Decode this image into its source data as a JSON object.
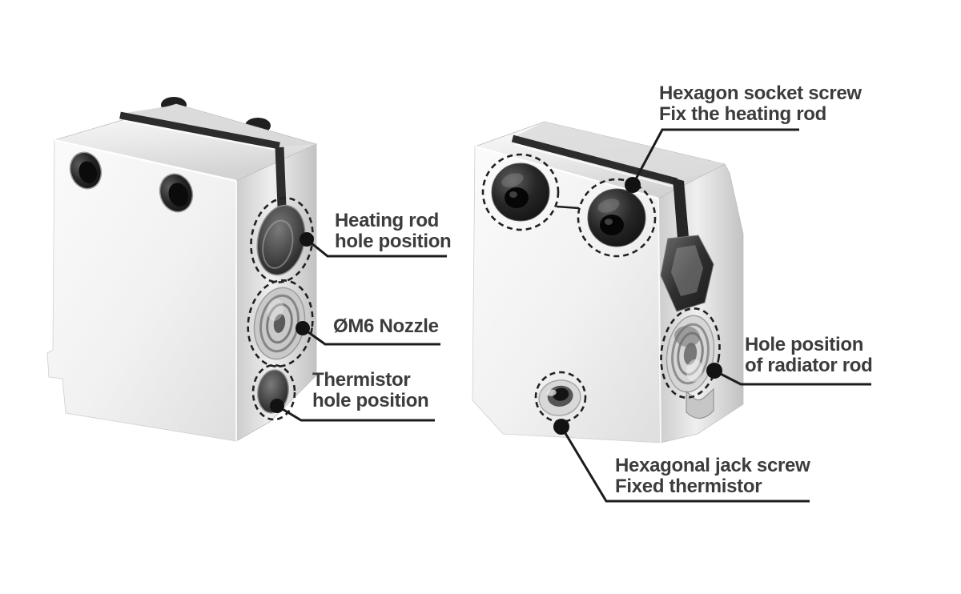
{
  "page": {
    "background": "#ffffff"
  },
  "colors": {
    "label_text": "#3c3c3c",
    "callout_line": "#1c1c1c",
    "highlight_dash": "#212121",
    "metal_light": "#f7f7f7",
    "metal_mid": "#dadada",
    "metal_dark": "#c0c0c0",
    "screw_dark": "#141414"
  },
  "annotations": {
    "hex_socket_screw": {
      "line1": "Hexagon socket screw",
      "line2": "Fix the heating rod"
    },
    "heating_rod_hole": {
      "line1": "Heating rod",
      "line2": "hole position"
    },
    "nozzle": {
      "line1": "ØM6 Nozzle"
    },
    "thermistor_hole": {
      "line1": "Thermistor",
      "line2": "hole position"
    },
    "radiator_rod_hole": {
      "line1": "Hole position",
      "line2": "of radiator rod"
    },
    "jack_screw": {
      "line1": "Hexagonal jack screw",
      "line2": "Fixed thermistor"
    }
  }
}
